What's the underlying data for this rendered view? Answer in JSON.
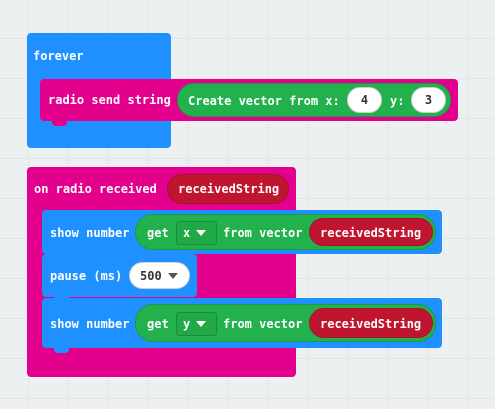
{
  "forever": {
    "label": "forever",
    "radio_send": {
      "label": "radio send string",
      "create_vector": {
        "label": "Create vector from x:",
        "x_value": "4",
        "y_label": "y:",
        "y_value": "3"
      }
    }
  },
  "on_radio_received": {
    "label": "on radio received",
    "param": "receivedString",
    "show_number_1": {
      "label": "show number",
      "get_label": "get",
      "field": "x",
      "from_label": "from vector",
      "var": "receivedString"
    },
    "pause": {
      "label": "pause (ms)",
      "value": "500"
    },
    "show_number_2": {
      "label": "show number",
      "get_label": "get",
      "field": "y",
      "from_label": "from vector",
      "var": "receivedString"
    }
  },
  "colors": {
    "basic_blue": "#1e90ff",
    "radio_magenta": "#e3008c",
    "vector_green": "#23b14d",
    "variable_red": "#c0152f",
    "workspace_bg": "#ecf0f1"
  }
}
